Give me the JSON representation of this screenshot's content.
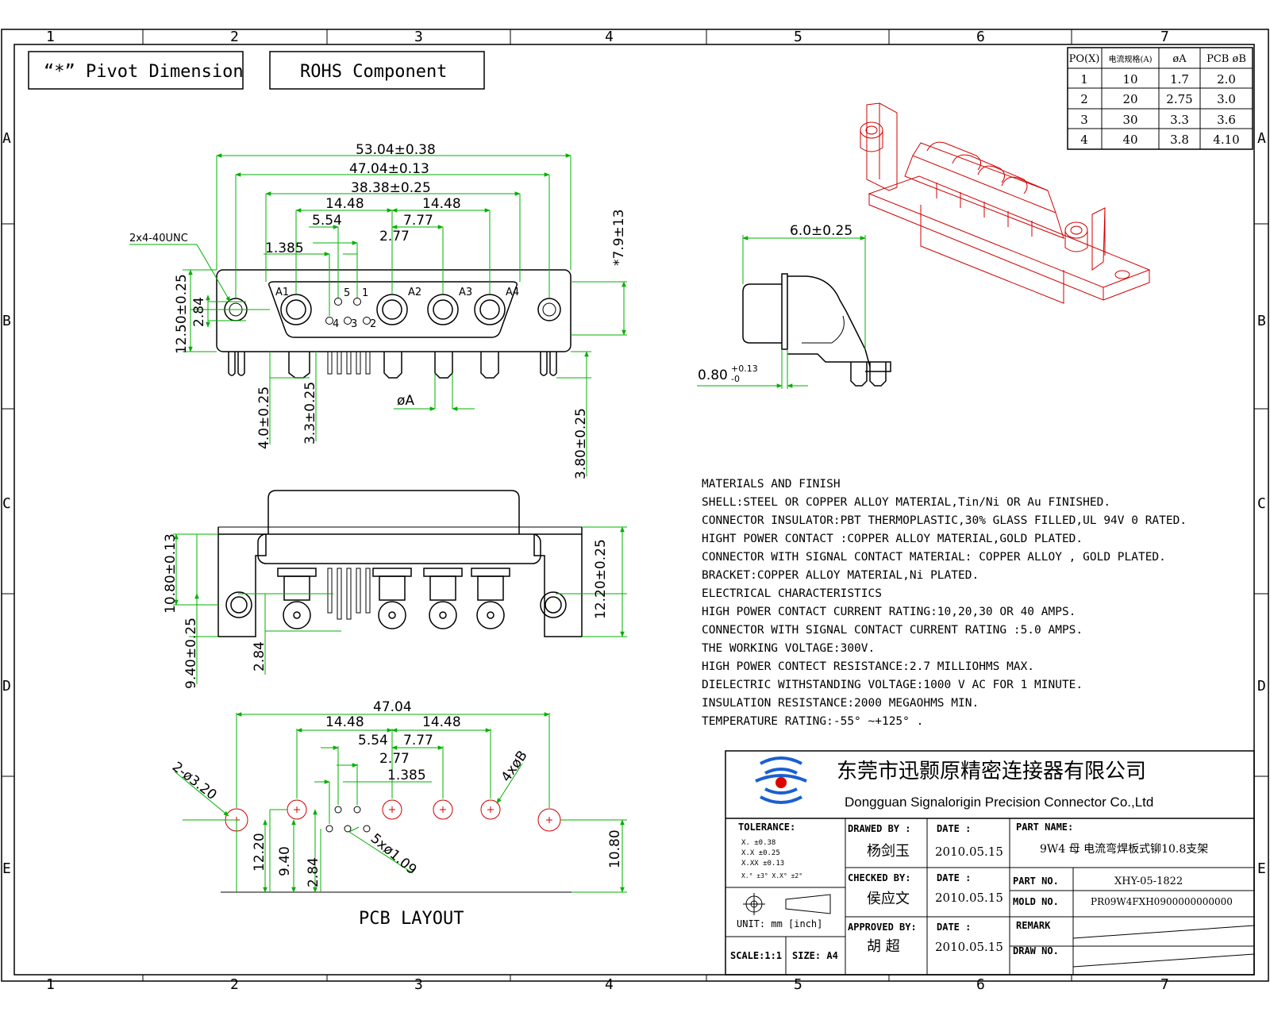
{
  "frame": {
    "zones_top": [
      "1",
      "2",
      "3",
      "4",
      "5",
      "6",
      "7"
    ],
    "zones_bottom": [
      "1",
      "2",
      "3",
      "4",
      "5",
      "6",
      "7"
    ],
    "rows_left": [
      "A",
      "B",
      "C",
      "D",
      "E"
    ],
    "rows_right": [
      "A",
      "B",
      "C",
      "D",
      "E"
    ]
  },
  "header_boxes": {
    "pivot": "“*” Pivot Dimension",
    "rohs": "ROHS Component"
  },
  "spec_table": {
    "headers": [
      "PO(X)",
      "电流规格(A)",
      "øA",
      "PCB øB"
    ],
    "rows": [
      [
        "1",
        "10",
        "1.7",
        "2.0"
      ],
      [
        "2",
        "20",
        "2.75",
        "3.0"
      ],
      [
        "3",
        "30",
        "3.3",
        "3.6"
      ],
      [
        "4",
        "40",
        "3.8",
        "4.10"
      ]
    ]
  },
  "front_view": {
    "dims": {
      "overall": "53.04±0.38",
      "mount": "47.04±0.13",
      "shell": "38.38±0.25",
      "pitch_left": "14.48",
      "pitch_right": "14.48",
      "d554": "5.54",
      "d777": "7.77",
      "d277": "2.77",
      "d1385": "1.385",
      "thread": "2x4-40UNC",
      "height": "12.50±0.25",
      "d284": "2.84",
      "pivot": "*7.9±13",
      "d40": "4.0±0.25",
      "d33": "3.3±0.25",
      "d380": "3.80±0.25",
      "phiA": "øA"
    },
    "pin_labels": [
      "A1",
      "5",
      "1",
      "A2",
      "A3",
      "A4",
      "4",
      "3",
      "2"
    ]
  },
  "side_view": {
    "dims": {
      "width": "6.0±0.25",
      "thickness": "0.80",
      "tol_up": "+0.13",
      "tol_dn": "-0"
    }
  },
  "bottom_view": {
    "dims": {
      "d1080": "10.80±0.13",
      "d940": "9.40±0.25",
      "d284": "2.84",
      "d1220": "12.20±0.25"
    }
  },
  "pcb_layout": {
    "title": "PCB LAYOUT",
    "dims": {
      "overall": "47.04",
      "pitch_left": "14.48",
      "pitch_right": "14.48",
      "d554": "5.54",
      "d777": "7.77",
      "d277": "2.77",
      "d1385": "1.385",
      "mount_holes": "2-ø3.20",
      "power_holes": "4xøB",
      "signal_holes": "5xø1.09",
      "d1220": "12.20",
      "d940": "9.40",
      "d284": "2.84",
      "d1080": "10.80"
    }
  },
  "notes": [
    "MATERIALS AND  FINISH",
    "SHELL:STEEL OR COPPER ALLOY MATERIAL,Tin/Ni OR Au FINISHED.",
    "CONNECTOR INSULATOR:PBT THERMOPLASTIC,30% GLASS FILLED,UL 94V 0 RATED.",
    "HIGHT POWER CONTACT :COPPER ALLOY MATERIAL,GOLD PLATED.",
    "CONNECTOR WITH SIGNAL CONTACT MATERIAL: COPPER ALLOY , GOLD PLATED.",
    "BRACKET:COPPER ALLOY MATERIAL,Ni PLATED.",
    "ELECTRICAL CHARACTERISTICS",
    "HIGH POWER CONTACT CURRENT RATING:10,20,30 OR 40 AMPS.",
    "CONNECTOR WITH SIGNAL CONTACT CURRENT RATING :5.0 AMPS.",
    "THE WORKING VOLTAGE:300V.",
    "HIGH POWER CONTECT RESISTANCE:2.7 MILLIOHMS MAX.",
    "DIELECTRIC WITHSTANDING VOLTAGE:1000 V AC FOR 1 MINUTE.",
    "INSULATION RESISTANCE:2000 MEGAOHMS MIN.",
    "TEMPERATURE RATING:-55° ~+125° ."
  ],
  "title_block": {
    "company_cn": "东莞市迅颢原精密连接器有限公司",
    "company_en": "Dongguan Signalorigin Precision Connector Co.,Ltd",
    "tolerance_label": "TOLERANCE:",
    "tolerance_rows": [
      "X.     ±0.38",
      "X.X    ±0.25",
      "X.XX   ±0.13",
      "X.° ±3°   X.X° ±2°"
    ],
    "unit": "UNIT: mm [inch]",
    "scale": "SCALE:1:1",
    "size": "SIZE: A4",
    "drawn_by_label": "DRAWED BY :",
    "drawn_by": "杨剑玉",
    "checked_by_label": "CHECKED BY:",
    "checked_by": "侯应文",
    "approved_by_label": "APPROVED BY:",
    "approved_by": "胡  超",
    "date_label": "DATE :",
    "date1": "2010.05.15",
    "date2": "2010.05.15",
    "date3": "2010.05.15",
    "part_name_label": "PART NAME:",
    "part_name": "9W4 母 电流弯焊板式铆10.8支架",
    "part_no_label": "PART NO.",
    "part_no": "XHY-05-1822",
    "mold_no_label": "MOLD NO.",
    "mold_no": "PR09W4FXH0900000000000",
    "remark_label": "REMARK",
    "draw_no_label": "DRAW NO."
  },
  "colors": {
    "dimension": "#00b000",
    "iso_view": "#d00000",
    "logo": "#1a5fd0",
    "logo_dot": "#e00000"
  }
}
